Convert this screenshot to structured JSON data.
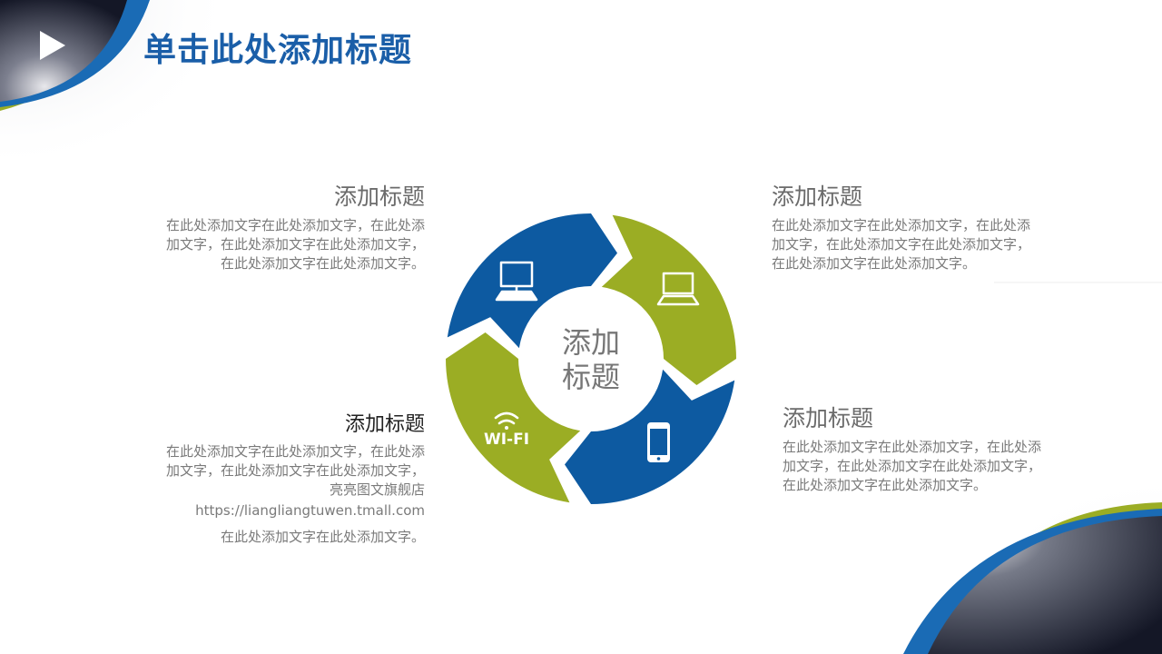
{
  "header": {
    "title": "单击此处添加标题"
  },
  "center": {
    "line1": "添加",
    "line2": "标题"
  },
  "icons": {
    "top_left": "desktop-monitor-icon",
    "top_right": "laptop-icon",
    "bottom_right": "smartphone-icon",
    "bottom_left": "wifi-icon",
    "wifi_label": "WI-FI"
  },
  "blocks": {
    "top_left": {
      "title": "添加标题",
      "lines": [
        "在此处添加文字在此处添加文字，在此处添",
        "加文字，在此处添加文字在此处添加文字，",
        "在此处添加文字在此处添加文字。"
      ]
    },
    "top_right": {
      "title": "添加标题",
      "lines": [
        "在此处添加文字在此处添加文字，在此处添",
        "加文字，在此处添加文字在此处添加文字，",
        "在此处添加文字在此处添加文字。"
      ]
    },
    "bottom_left": {
      "title": "添加标题",
      "lines": [
        "在此处添加文字在此处添加文字，在此处添",
        "加文字，在此处添加文字在此处添加文字，",
        "亮亮图文旗舰店",
        "https://liangliangtuwen.tmall.com",
        "在此处添加文字在此处添加文字。"
      ]
    },
    "bottom_right": {
      "title": "添加标题",
      "lines": [
        "在此处添加文字在此处添加文字，在此处添",
        "加文字，在此处添加文字在此处添加文字，",
        "在此处添加文字在此处添加文字。"
      ]
    }
  },
  "colors": {
    "blue": "#0d5aa1",
    "green": "#9bad24",
    "title": "#1a5ea8",
    "dark_corner": "#1c1f2e"
  }
}
